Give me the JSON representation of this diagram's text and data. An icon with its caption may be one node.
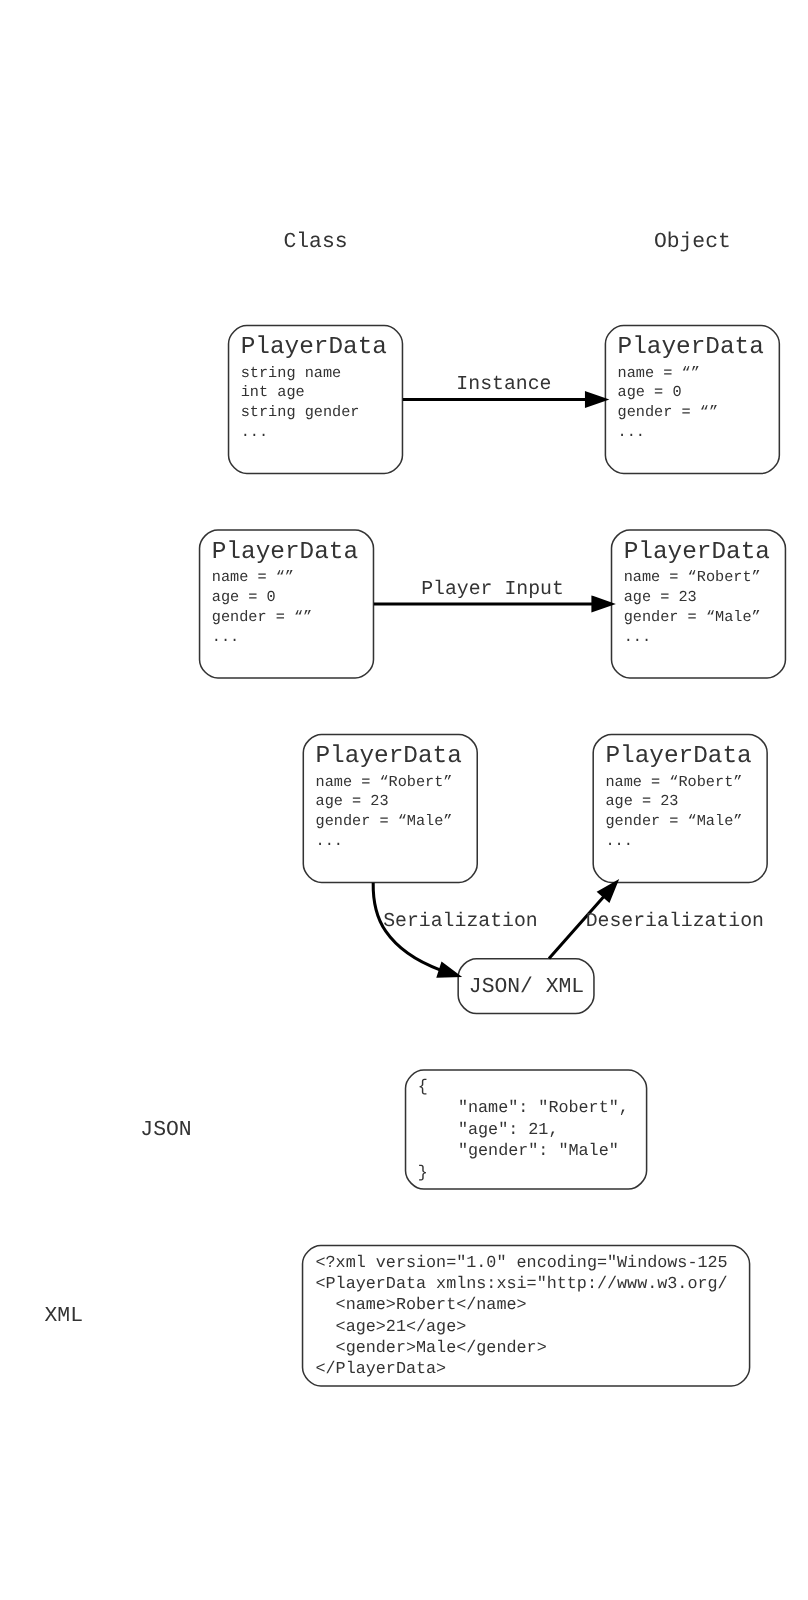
{
  "diagram": {
    "nodes": [
      {
        "text": [
          "PlayerData",
          "string name",
          "int age",
          "string gender",
          "..."
        ],
        "beside": [
          "Class"
        ]
      },
      {
        "text": [
          "PlayerData",
          "name = “”",
          "age = 0",
          "gender = “”",
          "..."
        ],
        "beside": [
          "Object"
        ]
      },
      {
        "text": [
          "PlayerData",
          "name = “”",
          "age = 0",
          "gender = “”",
          "..."
        ]
      },
      {
        "text": [
          "PlayerData",
          "name = “Robert”",
          "age = 23",
          "gender = “Male”",
          "..."
        ]
      },
      {
        "text": [
          "PlayerData",
          "name = “Robert”",
          "age = 23",
          "gender = “Male”",
          "..."
        ]
      },
      {
        "text": [
          "PlayerData",
          "name = “Robert”",
          "age = 23",
          "gender = “Male”",
          "..."
        ]
      },
      {
        "text": [
          "JSON/ XML"
        ]
      },
      {
        "text": [
          "{",
          "\"name\": \"Robert\",",
          "\"age\": 21,",
          "\"gender\": \"Male\"",
          "}"
        ]
      },
      {
        "text": [
          "<?xml version=\"1.0\" encoding=\"Windows-125",
          "<PlayerData xmlns:xsi=\"http://www.w3.org/",
          "<name>Robert</name>",
          "<age>21</age>",
          "<gender>Male</gender>",
          "</PlayerData>"
        ]
      }
    ],
    "labels": [
      "JSON",
      "XML"
    ],
    "edges": [
      {
        "from": 0,
        "to": 1,
        "arrow": "to",
        "label": "Instance"
      },
      {
        "from": 2,
        "to": 3,
        "arrow": "to",
        "label": "Player Input"
      },
      {
        "from": 4,
        "to": 6,
        "arrow": "to",
        "label": "Serialization"
      },
      {
        "from": 6,
        "to": 5,
        "arrow": "to",
        "label": "Deserialization"
      }
    ]
  }
}
